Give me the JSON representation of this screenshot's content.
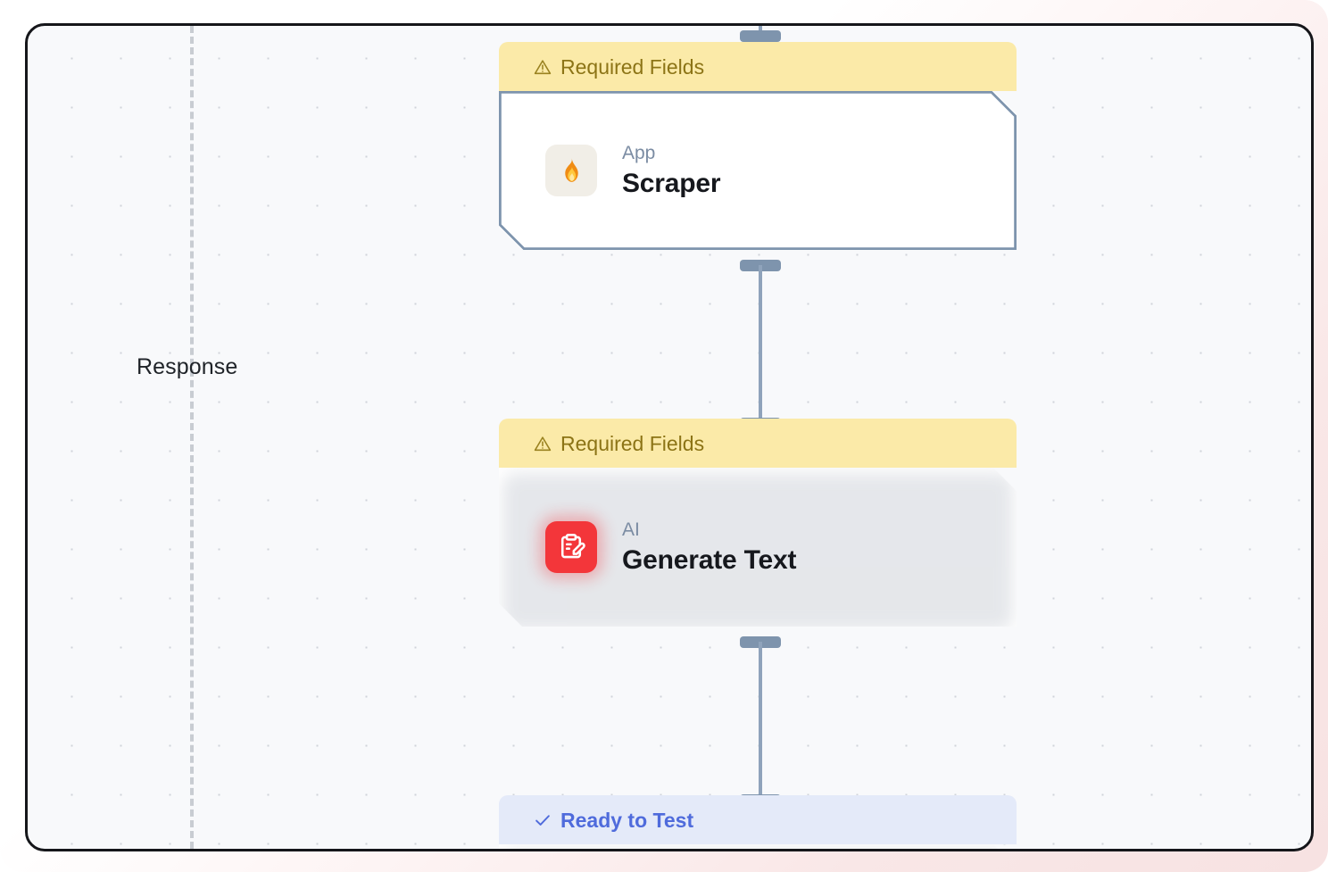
{
  "canvas": {
    "lane_label": "Response",
    "grid": "dot-grid",
    "background_color": "#f8f9fb",
    "border_color": "#15161a"
  },
  "palette": {
    "warning_banner_bg": "#fbeaa8",
    "warning_banner_text": "#8c7416",
    "ready_banner_bg": "#e4eaf9",
    "ready_banner_text": "#4f6bdc",
    "selected_node_border": "#7e94ad",
    "connector": "#7e94ad",
    "node_title": "#16181d",
    "node_kicker": "#7b8ca3",
    "ai_icon_bg": "#f3363a",
    "app_icon_bg": "#f1eee7",
    "page_bg": "#f8e7e7"
  },
  "nodes": [
    {
      "id": "scraper",
      "banner": {
        "status": "warning",
        "icon": "warning-triangle-icon",
        "label": "Required Fields"
      },
      "icon": "flame-icon",
      "kicker": "App",
      "title": "Scraper",
      "selected": true
    },
    {
      "id": "generate-text",
      "banner": {
        "status": "warning",
        "icon": "warning-triangle-icon",
        "label": "Required Fields"
      },
      "icon": "clipboard-pencil-icon",
      "kicker": "AI",
      "title": "Generate Text",
      "selected": false
    },
    {
      "id": "ready-node",
      "banner": {
        "status": "ready",
        "icon": "check-icon",
        "label": "Ready to Test"
      },
      "icon": "",
      "kicker": "",
      "title": "",
      "selected": false
    }
  ]
}
